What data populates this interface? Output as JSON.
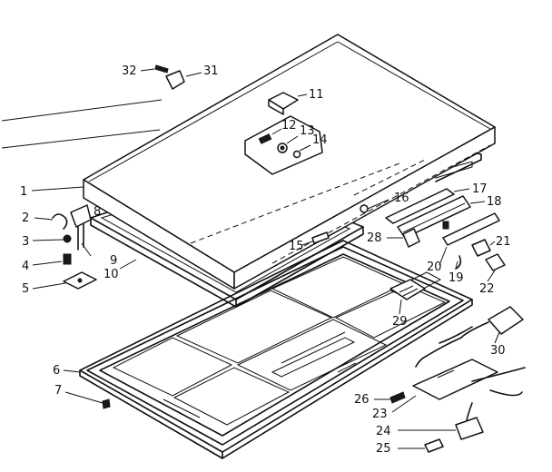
{
  "figure": {
    "parts": [
      {
        "id": "1",
        "label": "1"
      },
      {
        "id": "2",
        "label": "2"
      },
      {
        "id": "3",
        "label": "3"
      },
      {
        "id": "4",
        "label": "4"
      },
      {
        "id": "5",
        "label": "5"
      },
      {
        "id": "6",
        "label": "6"
      },
      {
        "id": "7",
        "label": "7"
      },
      {
        "id": "8",
        "label": "8"
      },
      {
        "id": "9",
        "label": "9"
      },
      {
        "id": "10",
        "label": "10"
      },
      {
        "id": "11",
        "label": "11"
      },
      {
        "id": "12",
        "label": "12"
      },
      {
        "id": "13",
        "label": "13"
      },
      {
        "id": "14",
        "label": "14"
      },
      {
        "id": "15",
        "label": "15"
      },
      {
        "id": "16",
        "label": "16"
      },
      {
        "id": "17",
        "label": "17"
      },
      {
        "id": "18",
        "label": "18"
      },
      {
        "id": "19",
        "label": "19"
      },
      {
        "id": "20",
        "label": "20"
      },
      {
        "id": "21",
        "label": "21"
      },
      {
        "id": "22",
        "label": "22"
      },
      {
        "id": "23",
        "label": "23"
      },
      {
        "id": "24",
        "label": "24"
      },
      {
        "id": "25",
        "label": "25"
      },
      {
        "id": "26",
        "label": "26"
      },
      {
        "id": "28",
        "label": "28"
      },
      {
        "id": "29",
        "label": "29"
      },
      {
        "id": "30",
        "label": "30"
      },
      {
        "id": "31",
        "label": "31"
      },
      {
        "id": "32",
        "label": "32"
      }
    ]
  },
  "colors": {
    "ink": "#111111",
    "paper": "#ffffff"
  }
}
